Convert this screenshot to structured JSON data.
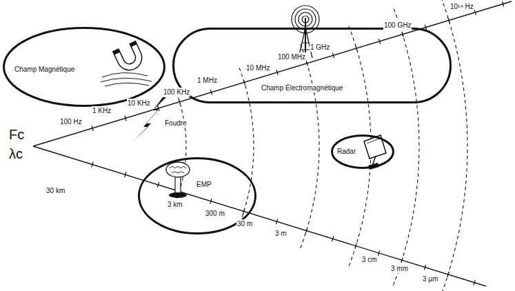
{
  "diagram": {
    "nodes": [
      {
        "text": [
          "Champ Magnétique"
        ]
      },
      {
        "text": [
          "Champ Électromagnétique"
        ]
      },
      {
        "text": [
          "Radar"
        ]
      },
      {
        "text": [
          "EMP"
        ]
      }
    ],
    "labels": [
      "Fc",
      "λc",
      "100 Hz",
      "1 KHz",
      "10 KHz",
      "100 KHz",
      "1 MHz",
      "10 MHz",
      "100 MHz",
      "1 GHz",
      "100 GHz",
      "10¹⁴ Hz",
      "Foudre",
      "30 km",
      "3 km",
      "300 m",
      "30 m",
      "3 m",
      "3 cm",
      "3 mm",
      "3 µm"
    ]
  }
}
